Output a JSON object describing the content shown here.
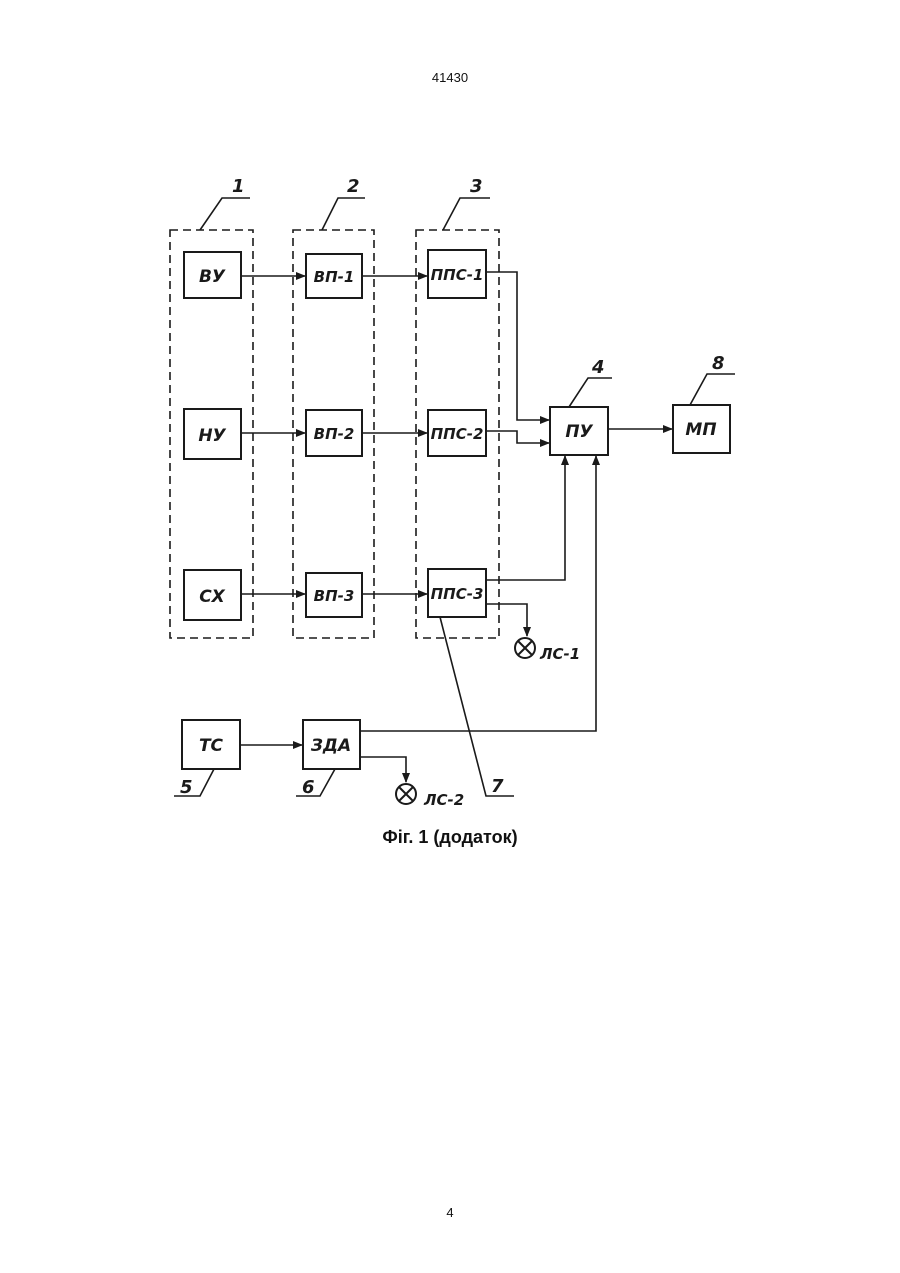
{
  "header": {
    "doc_number": "41430"
  },
  "footer": {
    "page_number": "4"
  },
  "caption": "Фіг. 1 (додаток)",
  "groups": {
    "g1": "1",
    "g2": "2",
    "g3": "3"
  },
  "blocks": {
    "vu": "ВУ",
    "nu": "НУ",
    "sx": "СХ",
    "vp1": "ВП-1",
    "vp2": "ВП-2",
    "vp3": "ВП-3",
    "pps1": "ППС-1",
    "pps2": "ППС-2",
    "pps3": "ППС-3",
    "pu": "ПУ",
    "mp": "МП",
    "ts": "ТС",
    "zda": "ЗДА"
  },
  "lamps": {
    "ls1": "ЛС-1",
    "ls2": "ЛС-2"
  },
  "refs": {
    "r4": "4",
    "r5": "5",
    "r6": "6",
    "r7": "7",
    "r8": "8"
  }
}
